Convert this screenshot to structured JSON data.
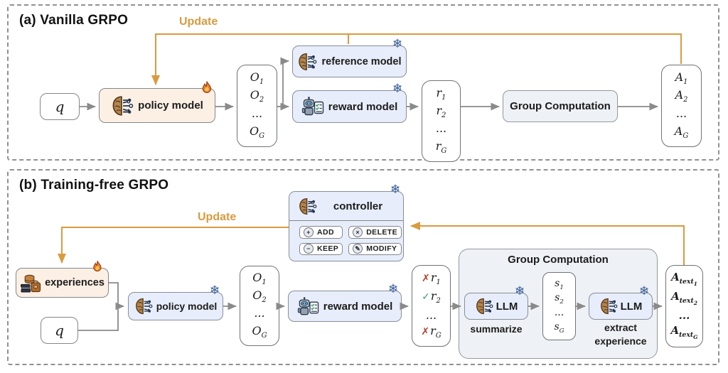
{
  "colors": {
    "update_orange": "#d99b3f",
    "trainable_peach": "#fcf0e5",
    "frozen_blue": "#e7edfa",
    "computation_gray": "#eef1f5",
    "fail_red": "#b3402e",
    "pass_green": "#3f9b6e",
    "snowflake_blue": "#3c5f95"
  },
  "icons": {
    "snowflake": "❄",
    "flame": "flame-icon",
    "brain_circuit": "brain-circuit-icon",
    "robot_checklist": "robot-checklist-icon",
    "experience_library": "experience-library-icon"
  },
  "panel_a": {
    "title": "(a) Vanilla GRPO",
    "update_label": "Update",
    "query": "q",
    "policy_model": "policy model",
    "reference_model": "reference model",
    "reward_model": "reward model",
    "group_computation": "Group Computation",
    "outputs": [
      {
        "base": "O",
        "sub": "1"
      },
      {
        "base": "O",
        "sub": "2"
      },
      {
        "base": "..."
      },
      {
        "base": "O",
        "sub": "G"
      }
    ],
    "rewards": [
      {
        "base": "r",
        "sub": "1"
      },
      {
        "base": "r",
        "sub": "2"
      },
      {
        "base": "..."
      },
      {
        "base": "r",
        "sub": "G"
      }
    ],
    "advantages": [
      {
        "base": "A",
        "sub": "1"
      },
      {
        "base": "A",
        "sub": "2"
      },
      {
        "base": "..."
      },
      {
        "base": "A",
        "sub": "G"
      }
    ]
  },
  "panel_b": {
    "title": "(b) Training-free GRPO",
    "update_label": "Update",
    "query": "q",
    "experiences": "experiences",
    "policy_model": "policy model",
    "reward_model": "reward model",
    "controller": {
      "title": "controller",
      "buttons": [
        {
          "icon": "+",
          "label": "ADD"
        },
        {
          "icon": "×",
          "label": "DELETE"
        },
        {
          "icon": "−",
          "label": "KEEP"
        },
        {
          "icon": "✎",
          "label": "MODIFY"
        }
      ]
    },
    "outputs": [
      {
        "base": "O",
        "sub": "1"
      },
      {
        "base": "O",
        "sub": "2"
      },
      {
        "base": "..."
      },
      {
        "base": "O",
        "sub": "G"
      }
    ],
    "rewards": [
      {
        "mark": "✗",
        "status": "fail",
        "base": "r",
        "sub": "1"
      },
      {
        "mark": "✓",
        "status": "pass",
        "base": "r",
        "sub": "2"
      },
      {
        "base": "..."
      },
      {
        "mark": "✗",
        "status": "fail",
        "base": "r",
        "sub": "G"
      }
    ],
    "group_computation": {
      "title": "Group Computation",
      "llm1": "LLM",
      "llm1_caption": "summarize",
      "scores": [
        {
          "base": "s",
          "sub": "1"
        },
        {
          "base": "s",
          "sub": "2"
        },
        {
          "base": "..."
        },
        {
          "base": "s",
          "sub": "G"
        }
      ],
      "llm2": "LLM",
      "llm2_caption_line1": "extract",
      "llm2_caption_line2": "experience"
    },
    "advantages": [
      {
        "base": "A",
        "sub": "text",
        "subsub": "1"
      },
      {
        "base": "A",
        "sub": "text",
        "subsub": "2"
      },
      {
        "base": "..."
      },
      {
        "base": "A",
        "sub": "text",
        "subsub": "G"
      }
    ]
  }
}
